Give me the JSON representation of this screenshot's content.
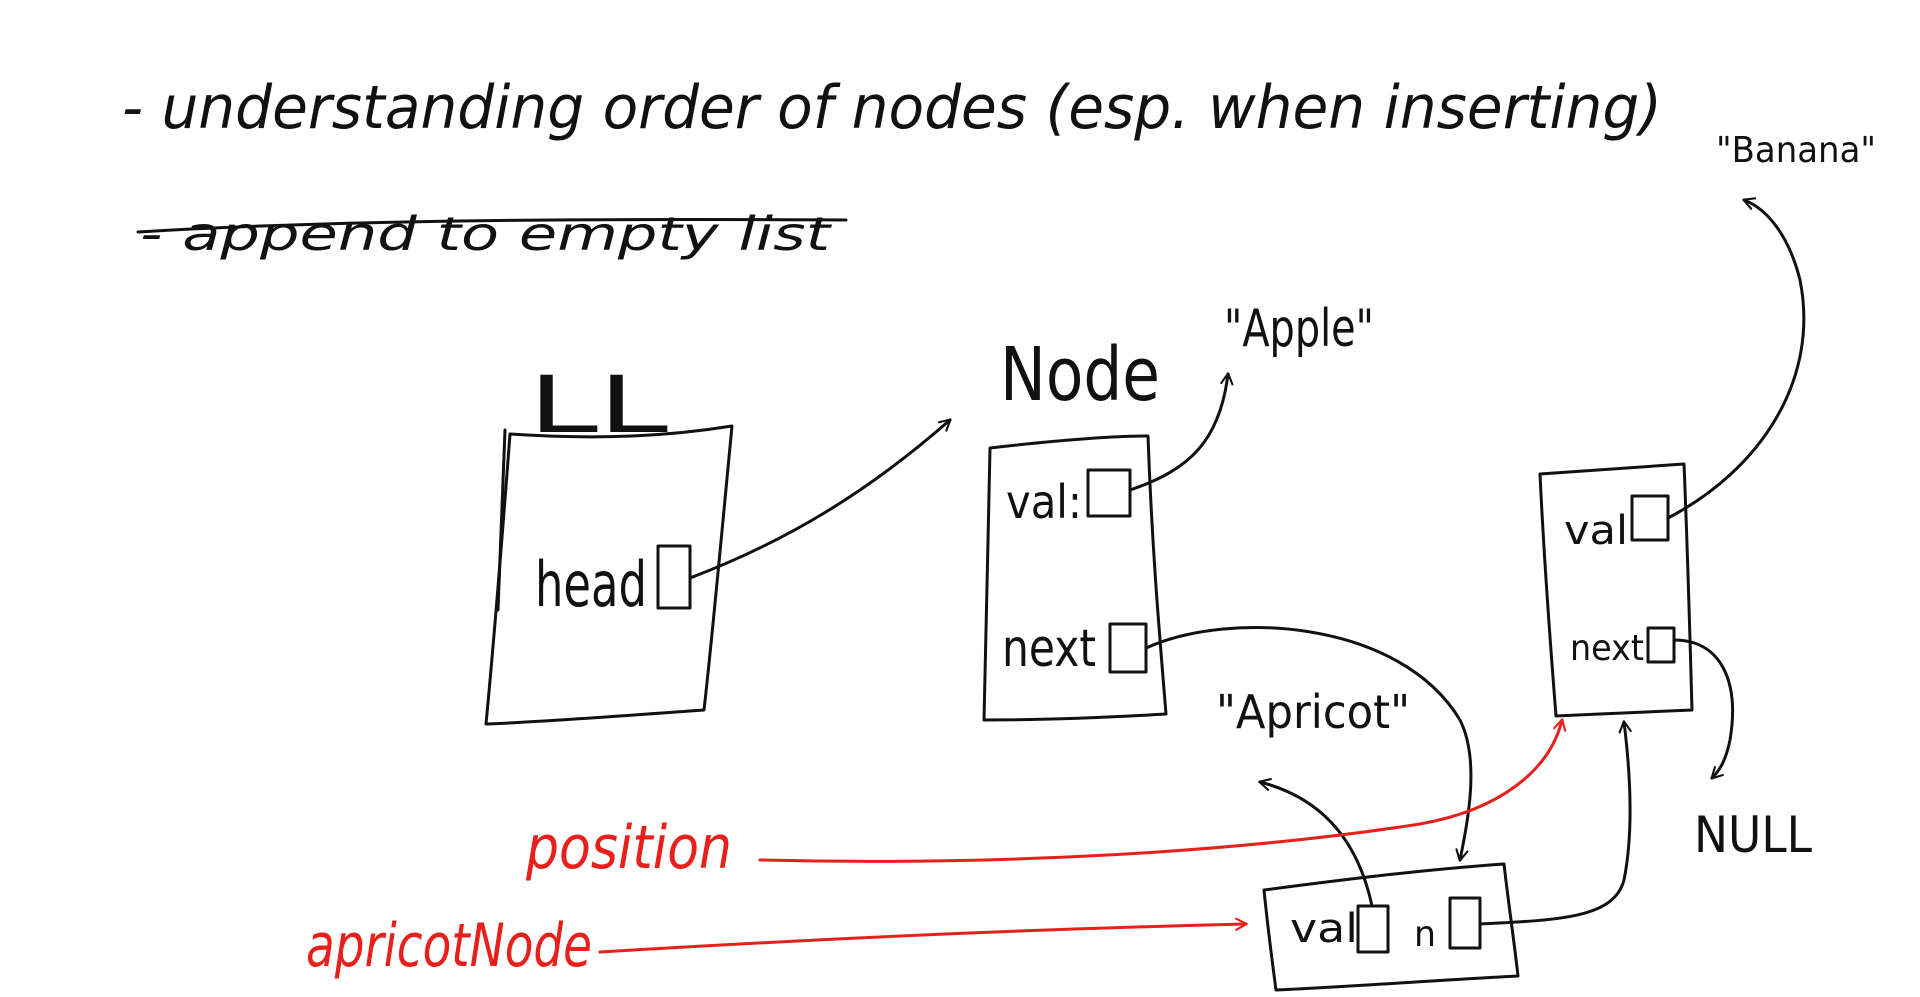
{
  "notes": {
    "heading": "- understanding order of nodes (esp. when inserting)",
    "crossed_out": "- append to empty list"
  },
  "linked_list": {
    "label": "LL",
    "head_field": "head"
  },
  "node_apple": {
    "label": "Node",
    "val_field": "val:",
    "next_field": "next",
    "value": "\"Apple\""
  },
  "node_banana": {
    "val_field": "val",
    "next_field": "next",
    "value": "\"Banana\"",
    "null_label": "NULL"
  },
  "node_apricot": {
    "val_field": "val",
    "next_field": "n",
    "value": "\"Apricot\""
  },
  "pointers": {
    "position": "position",
    "apricot_node": "apricotNode"
  },
  "colors": {
    "ink": "#111111",
    "red_ink": "#e8201c",
    "board": "#ffffff"
  }
}
